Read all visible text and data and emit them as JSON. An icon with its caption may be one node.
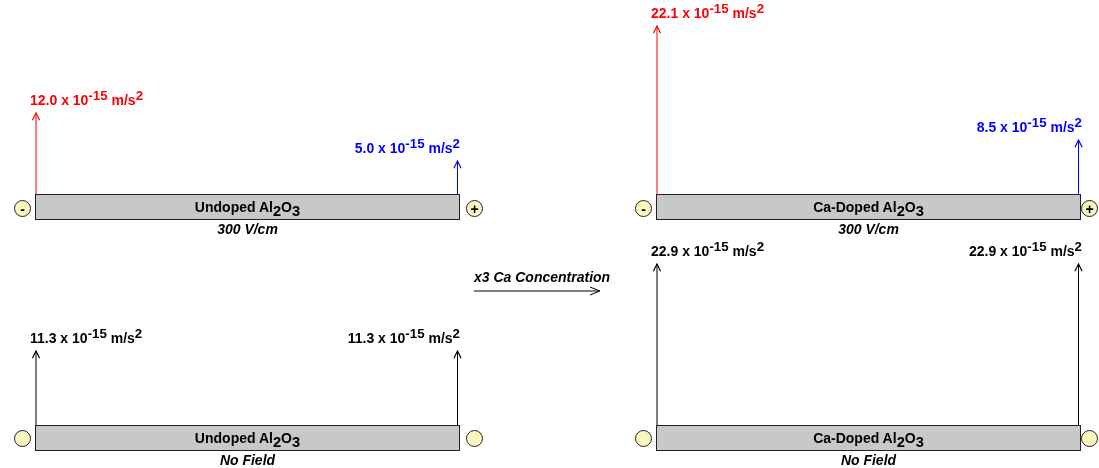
{
  "diagram": {
    "nodes": [
      {
        "text": [
          "12.0 x 10$^{-15}$ m/s$^{2}$"
        ]
      },
      {
        "text": [
          "5.0 x 10$^{-15}$ m/s$^{2}$"
        ]
      },
      {
        "text": [
          "-"
        ]
      },
      {
        "text": [
          "Undoped Al$_{2}$O$_{3}$"
        ],
        "beside": [
          "300 V/cm"
        ]
      },
      {
        "text": [
          "+"
        ]
      },
      {
        "text": [
          "22.1 x 10$^{-15}$ m/s$^{2}$"
        ]
      },
      {
        "text": [
          "8.5 x 10$^{-15}$ m/s$^{2}$"
        ]
      },
      {
        "text": [
          "-"
        ]
      },
      {
        "text": [
          "Ca-Doped Al$_{2}$O$_{3}$"
        ],
        "beside": [
          "300 V/cm"
        ]
      },
      {
        "text": [
          "+"
        ]
      },
      {
        "text": [
          "11.3 x 10$^{-15}$ m/s$^{2}$"
        ]
      },
      {
        "text": [
          "11.3 x 10$^{-15}$ m/s$^{2}$"
        ]
      },
      {
        "text": [],
        "shape": "circle"
      },
      {
        "text": [
          "Undoped Al$_{2}$O$_{3}$"
        ],
        "beside": [
          "No Field"
        ]
      },
      {
        "text": [],
        "shape": "circle"
      },
      {
        "text": [
          "22.9 x 10$^{-15}$ m/s$^{2}$"
        ]
      },
      {
        "text": [
          "22.9 x 10$^{-15}$ m/s$^{2}$"
        ]
      },
      {
        "text": [],
        "shape": "circle"
      },
      {
        "text": [
          "Ca-Doped Al$_{2}$O$_{3}$"
        ],
        "beside": [
          "No Field"
        ]
      },
      {
        "text": [],
        "shape": "circle"
      }
    ],
    "edges": [
      {
        "from": 3,
        "to": 0,
        "arrow": "to",
        "color": "#ff0000"
      },
      {
        "from": 3,
        "to": 1,
        "arrow": "to",
        "color": "#0000ff"
      },
      {
        "from": 8,
        "to": 5,
        "arrow": "to",
        "color": "#ff0000"
      },
      {
        "from": 8,
        "to": 6,
        "arrow": "to",
        "color": "#0000ff"
      },
      {
        "from": 13,
        "to": 10,
        "arrow": "to"
      },
      {
        "from": 13,
        "to": 11,
        "arrow": "to"
      },
      {
        "from": 18,
        "to": 15,
        "arrow": "to"
      },
      {
        "from": 18,
        "to": 16,
        "arrow": "to"
      }
    ],
    "labels": [
      "x3 Ca Concentration"
    ]
  }
}
